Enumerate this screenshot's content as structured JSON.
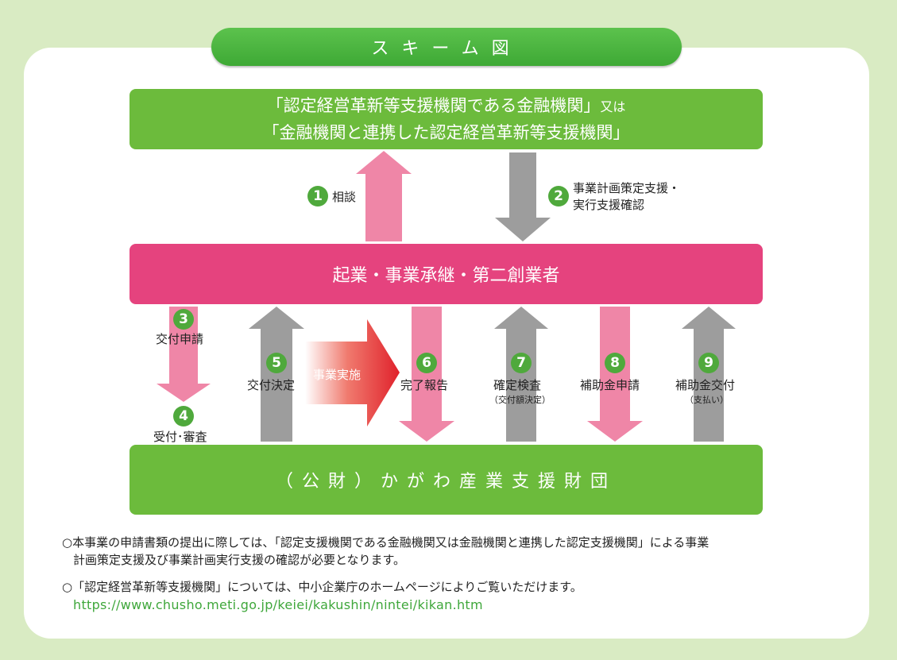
{
  "title": "スキーム図",
  "top_box": {
    "line1_main": "「認定経営革新等支援機関である金融機関」",
    "line1_small": "又は",
    "line2": "「金融機関と連携した認定経営革新等支援機関」"
  },
  "middle_box": "起業・事業承継・第二創業者",
  "bottom_box": "（公財）かがわ産業支援財団",
  "steps": {
    "s1": {
      "num": "1",
      "label": "相談"
    },
    "s2": {
      "num": "2",
      "label_line1": "事業計画策定支援・",
      "label_line2": "実行支援確認"
    },
    "s3": {
      "num": "3",
      "label": "交付申請"
    },
    "s4": {
      "num": "4",
      "label": "受付･審査"
    },
    "s5": {
      "num": "5",
      "label": "交付決定"
    },
    "s6": {
      "num": "6",
      "label": "完了報告"
    },
    "s7": {
      "num": "7",
      "label": "確定検査",
      "sub": "（交付額決定）"
    },
    "s8": {
      "num": "8",
      "label": "補助金申請"
    },
    "s9": {
      "num": "9",
      "label": "補助金交付",
      "sub": "（支払い）"
    }
  },
  "implementation_label": "事業実施",
  "notes": {
    "note1_line1": "○本事業の申請書類の提出に際しては、「認定支援機関である金融機関又は金融機関と連携した認定支援機関」による事業",
    "note1_line2": "計画策定支援及び事業計画実行支援の確認が必要となります。",
    "note2": "○「認定経営革新等支援機関」については、中小企業庁のホームページによりご覧いただけます。",
    "url": "https://www.chusho.meti.go.jp/keiei/kakushin/nintei/kikan.htm"
  },
  "colors": {
    "background": "#d9ebc3",
    "green_box": "#6cbb3c",
    "pink_box": "#e5437e",
    "pink_arrow": "#ef86a7",
    "gray_arrow": "#9d9d9d",
    "red_arrow": "#e0212b",
    "number_circle": "#4fa93c",
    "url": "#3fa73b"
  }
}
